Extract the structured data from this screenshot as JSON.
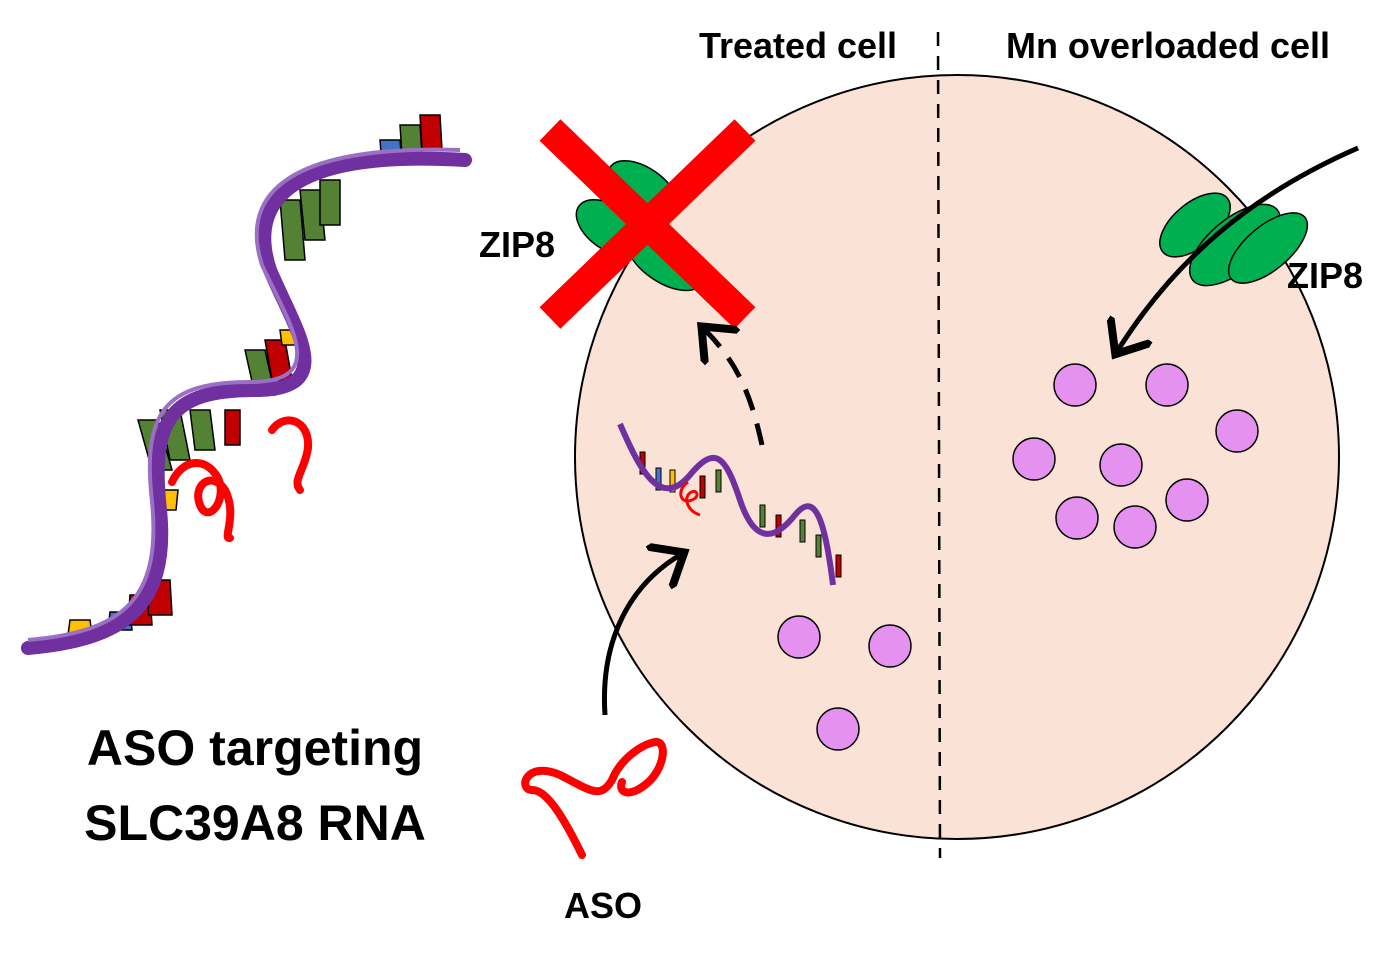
{
  "labels": {
    "treated_cell": "Treated cell",
    "mn_overloaded_cell": "Mn overloaded cell",
    "zip8_left": "ZIP8",
    "zip8_right": "ZIP8",
    "aso": "ASO",
    "caption_line1": "ASO targeting",
    "caption_line2": "SLC39A8 RNA"
  },
  "colors": {
    "cell_fill": "#fae3d6",
    "zip8": "#00b050",
    "rna_strand": "#7030a0",
    "aso": "#ff0000",
    "mn_particle": "#e591f0",
    "block_cross": "#ff0000"
  },
  "icons": [
    "cell-circle",
    "zip8-transporter",
    "block-cross",
    "rna-duplex",
    "aso-strand",
    "mn-particle",
    "uptake-arrow"
  ]
}
